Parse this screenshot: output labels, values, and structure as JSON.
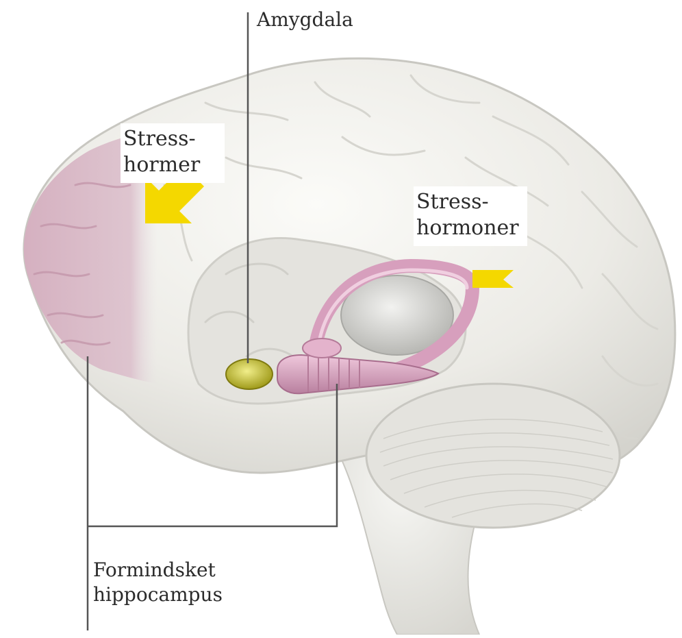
{
  "labels": {
    "amygdala": "Amygdala",
    "stress_left": [
      "Stress-",
      "hormer"
    ],
    "stress_right": [
      "Stress-",
      "hormoner"
    ],
    "hippocampus": [
      "Formindsket",
      "hippocampus"
    ]
  },
  "colors": {
    "brain_fill": "#ecebe6",
    "brain_shadow": "#c9c8c2",
    "prefrontal_pink": "#d9b8c6",
    "hippocampus_pink": "#d79fbd",
    "amygdala_yellow": "#c9c536",
    "arrow_yellow": "#f4d800",
    "leader_line": "#555555",
    "text": "#2b2b2b"
  },
  "icons": {
    "left_arrow": "arrow-down-left-icon",
    "right_arrow": "arrow-left-icon"
  }
}
